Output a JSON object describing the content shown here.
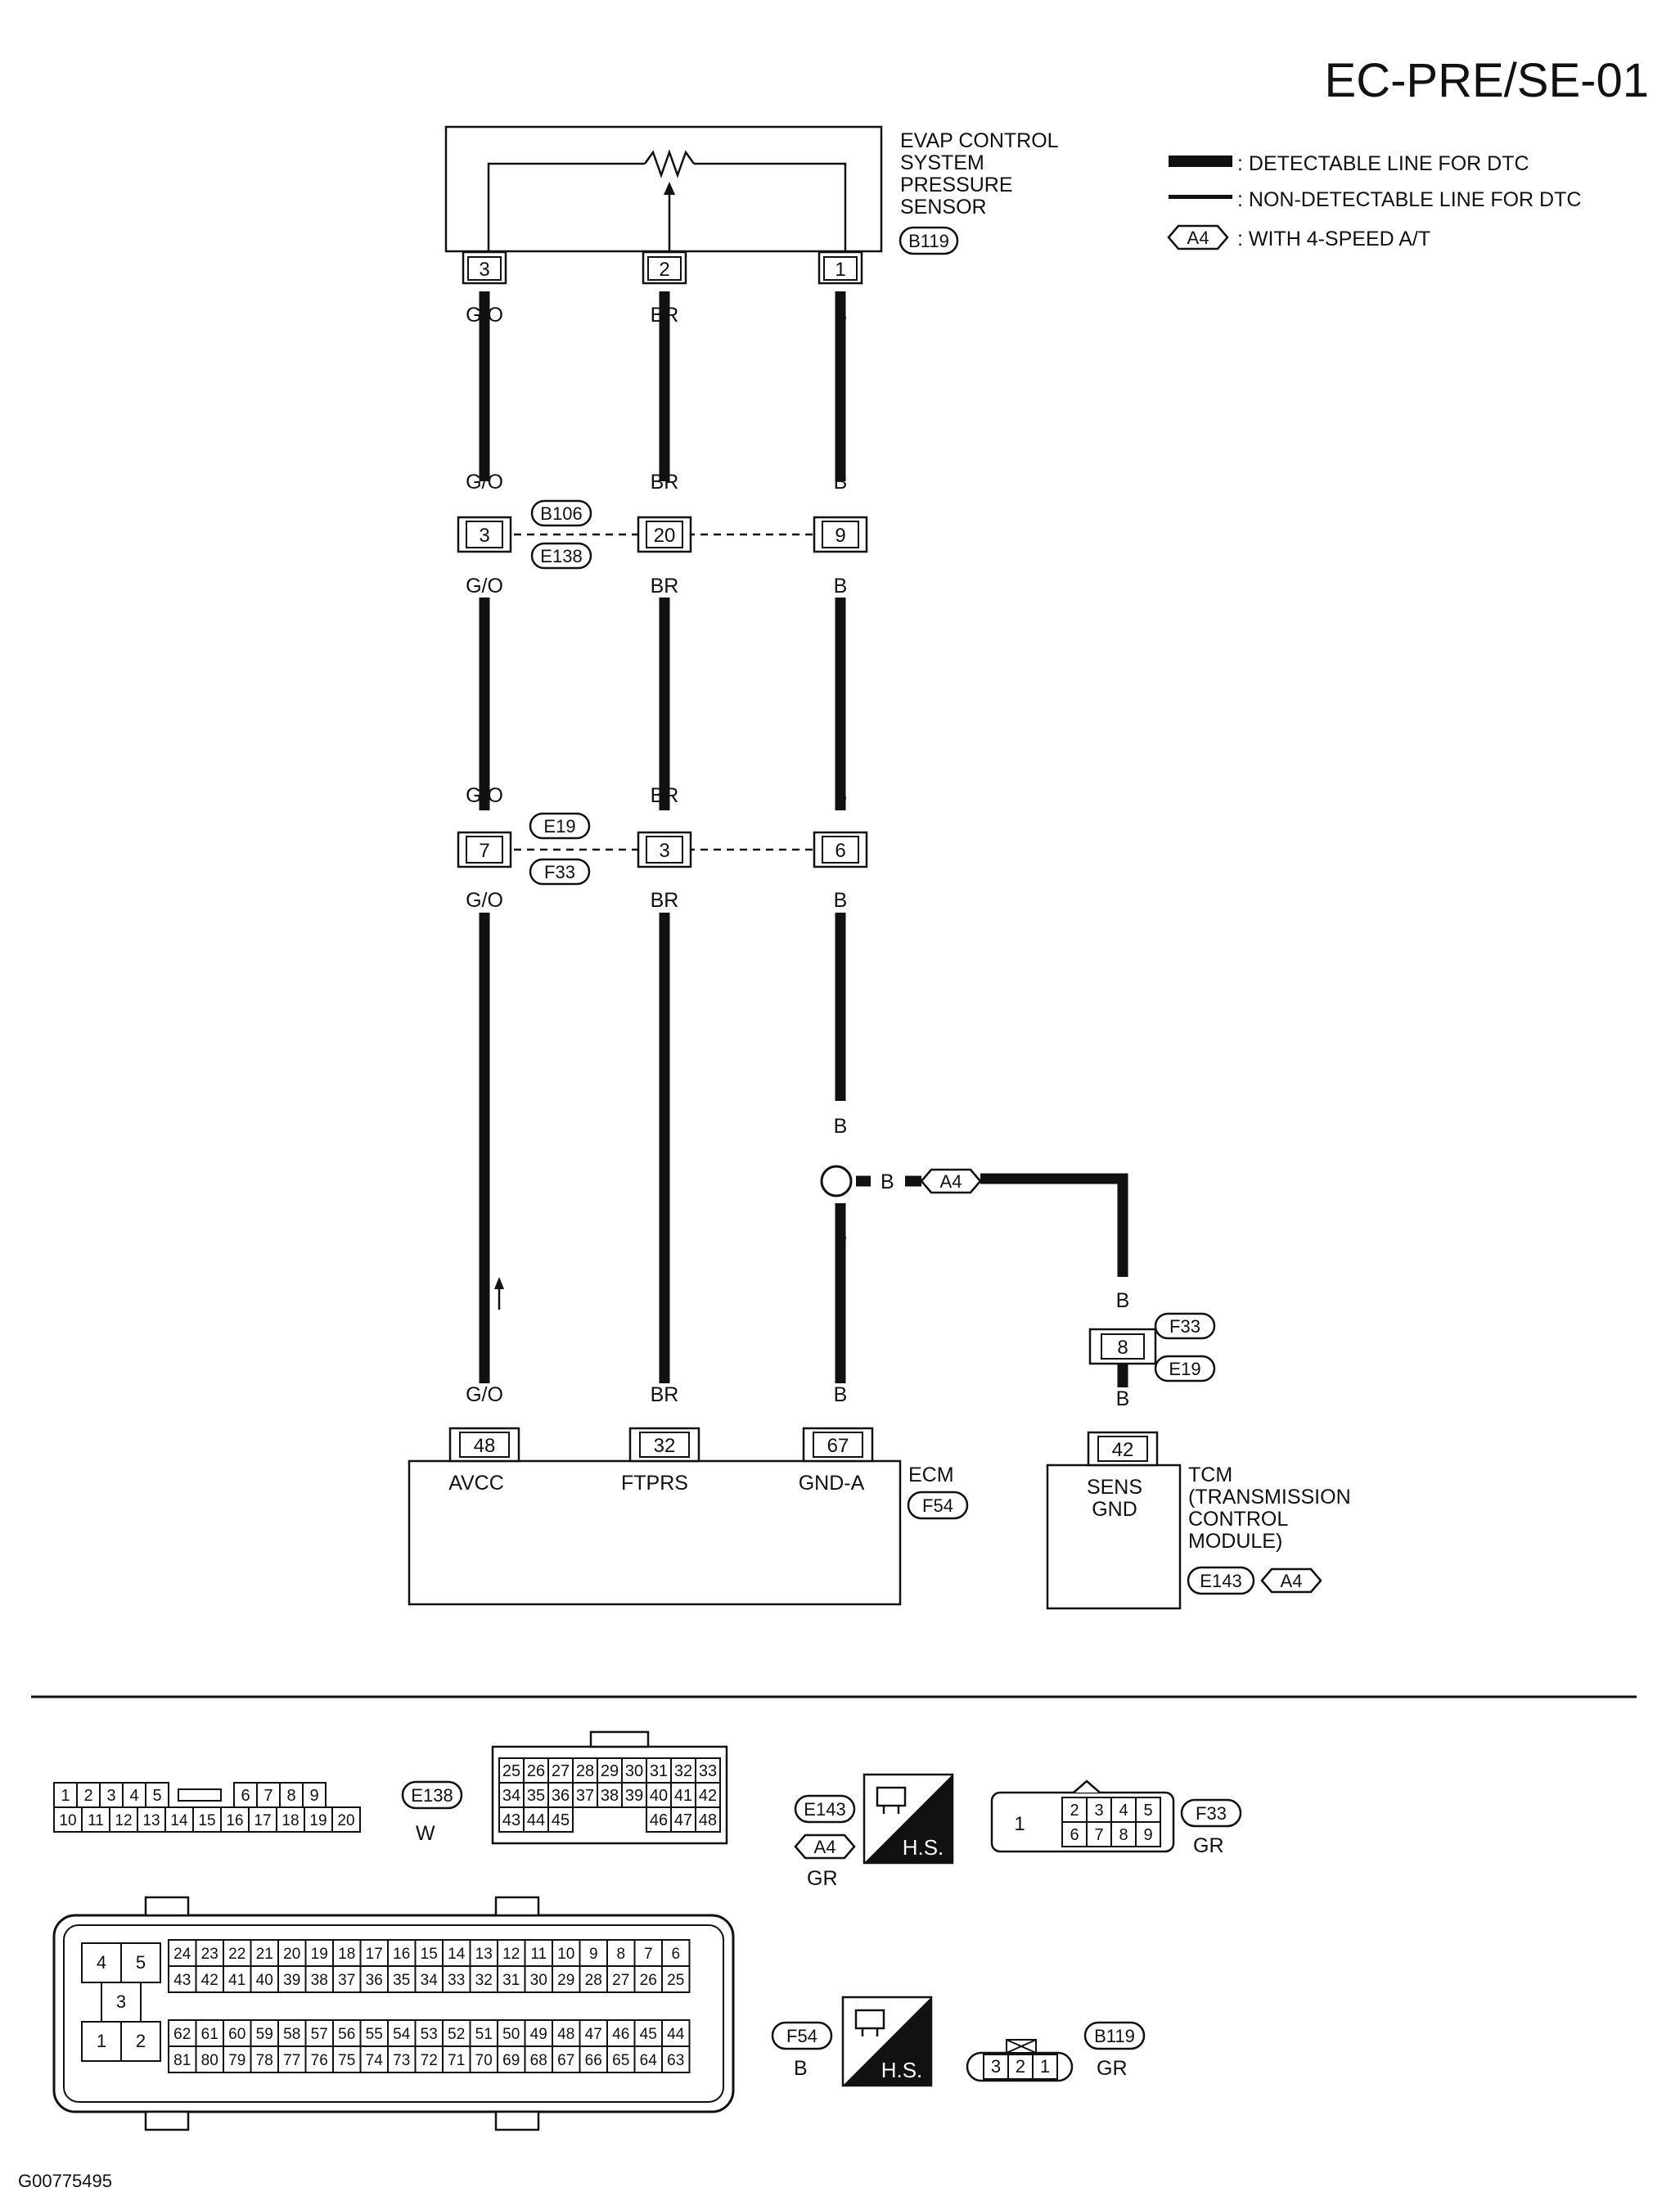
{
  "diagram_id": "EC-PRE/SE-01",
  "figure_code": "G00775495",
  "legend": {
    "detectable": ": DETECTABLE LINE FOR DTC",
    "non_detectable": ": NON-DETECTABLE LINE FOR DTC",
    "a4_tag": "A4",
    "a4_text": ": WITH 4-SPEED A/T"
  },
  "sensor": {
    "name_lines": [
      "EVAP CONTROL",
      "SYSTEM",
      "PRESSURE",
      "SENSOR"
    ],
    "connector": "B119",
    "pins": [
      "3",
      "2",
      "1"
    ]
  },
  "wires": {
    "go": "G/O",
    "br": "BR",
    "b": "B"
  },
  "junction1": {
    "connectors": [
      "B106",
      "E138"
    ],
    "pins": [
      "3",
      "20",
      "9"
    ]
  },
  "junction2": {
    "connectors": [
      "E19",
      "F33"
    ],
    "pins": [
      "7",
      "3",
      "6"
    ]
  },
  "ground_branch": {
    "wire": "B",
    "tag": "A4"
  },
  "tcm_junction": {
    "connectors": [
      "F33",
      "E19"
    ],
    "pin": "8"
  },
  "ecm": {
    "name": "ECM",
    "connector": "F54",
    "pins": [
      {
        "num": "48",
        "label": "AVCC"
      },
      {
        "num": "32",
        "label": "FTPRS"
      },
      {
        "num": "67",
        "label": "GND-A"
      }
    ]
  },
  "tcm": {
    "pin": "42",
    "pin_label_lines": [
      "SENS",
      "GND"
    ],
    "name_lines": [
      "TCM",
      "(TRANSMISSION",
      "CONTROL",
      "MODULE)"
    ],
    "connector": "E143",
    "tag": "A4"
  },
  "connector_views": {
    "e138": {
      "name": "E138",
      "color": "W",
      "top_left": [
        "1",
        "2",
        "3",
        "4",
        "5"
      ],
      "top_right": [
        "6",
        "7",
        "8",
        "9"
      ],
      "bottom": [
        "10",
        "11",
        "12",
        "13",
        "14",
        "15",
        "16",
        "17",
        "18",
        "19",
        "20"
      ]
    },
    "e143": {
      "name": "E143",
      "tag": "A4",
      "color": "GR",
      "row1": [
        "25",
        "26",
        "27",
        "28",
        "29",
        "30",
        "31",
        "32",
        "33"
      ],
      "row2": [
        "34",
        "35",
        "36",
        "37",
        "38",
        "39",
        "40",
        "41",
        "42"
      ],
      "row3_left": [
        "43",
        "44",
        "45"
      ],
      "row3_right": [
        "46",
        "47",
        "48"
      ],
      "hs": "H.S."
    },
    "f33": {
      "name": "F33",
      "color": "GR",
      "single": "1",
      "top": [
        "2",
        "3",
        "4",
        "5"
      ],
      "bottom": [
        "6",
        "7",
        "8",
        "9"
      ]
    },
    "f54": {
      "name": "F54",
      "color": "B",
      "left_pins": [
        "4",
        "5",
        "3",
        "1",
        "2"
      ],
      "row1": [
        "24",
        "23",
        "22",
        "21",
        "20",
        "19",
        "18",
        "17",
        "16",
        "15",
        "14",
        "13",
        "12",
        "11",
        "10",
        "9",
        "8",
        "7",
        "6"
      ],
      "row2": [
        "43",
        "42",
        "41",
        "40",
        "39",
        "38",
        "37",
        "36",
        "35",
        "34",
        "33",
        "32",
        "31",
        "30",
        "29",
        "28",
        "27",
        "26",
        "25"
      ],
      "row3": [
        "62",
        "61",
        "60",
        "59",
        "58",
        "57",
        "56",
        "55",
        "54",
        "53",
        "52",
        "51",
        "50",
        "49",
        "48",
        "47",
        "46",
        "45",
        "44"
      ],
      "row4": [
        "81",
        "80",
        "79",
        "78",
        "77",
        "76",
        "75",
        "74",
        "73",
        "72",
        "71",
        "70",
        "69",
        "68",
        "67",
        "66",
        "65",
        "64",
        "63"
      ],
      "hs": "H.S."
    },
    "b119": {
      "name": "B119",
      "color": "GR",
      "pins": [
        "3",
        "2",
        "1"
      ]
    }
  }
}
